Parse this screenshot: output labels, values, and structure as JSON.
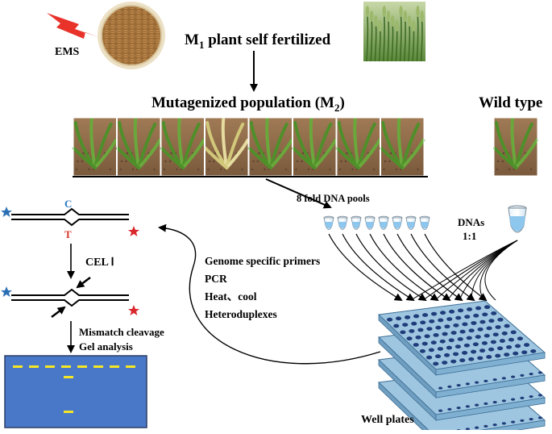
{
  "labels": {
    "ems": "EMS",
    "m1_main": "M",
    "m1_sub": "1",
    "m1_rest": " plant self fertilized",
    "mutagenized_main": "Mutagenized population (M",
    "mutagenized_sub": "2",
    "mutagenized_close": ")",
    "wild_type": "Wild type",
    "dna_pools": "8 fold DNA pools",
    "dnas_line1": "DNAs",
    "dnas_line2": "1:1",
    "cel1": "CEL Ⅰ",
    "mismatch_cleavage": "Mismatch cleavage",
    "gel_analysis": "Gel analysis",
    "base_c": "C",
    "base_t": "T",
    "well_plates": "Well plates"
  },
  "protocol_steps": [
    "Genome specific primers",
    "PCR",
    "Heat、cool",
    "Heteroduplexes"
  ],
  "colors": {
    "bolt": "#e8322a",
    "seed_plate": "#c9a46a",
    "star_blue": "#2b6fb5",
    "star_red": "#d9262b",
    "base_c": "#2a79c2",
    "base_t": "#d63a2c",
    "gel": "#4a78c9",
    "gel_band": "#f5e625",
    "plate": "#9fc6e0",
    "plate_well": "#1f3d7a",
    "tube_liquid": "#8ec7ee",
    "leaf_green": "#4f8f2a",
    "leaf_yellow": "#d2c87a",
    "soil": "#8b6a4a"
  },
  "icons": {
    "bolt": "lightning-bolt-icon",
    "seeds": "seed-plate-image",
    "wheat": "wheat-field-image",
    "plant": "seedling-photo",
    "tube": "microtube-icon",
    "star": "star-icon"
  },
  "plants": [
    {
      "phenotype": "normal"
    },
    {
      "phenotype": "normal"
    },
    {
      "phenotype": "normal"
    },
    {
      "phenotype": "albino"
    },
    {
      "phenotype": "normal"
    },
    {
      "phenotype": "normal"
    },
    {
      "phenotype": "normal"
    },
    {
      "phenotype": "normal"
    }
  ],
  "pool_count": 8,
  "plate_count": 4,
  "gel_bands": {
    "top_row": 8,
    "mutant_bands": 2
  }
}
